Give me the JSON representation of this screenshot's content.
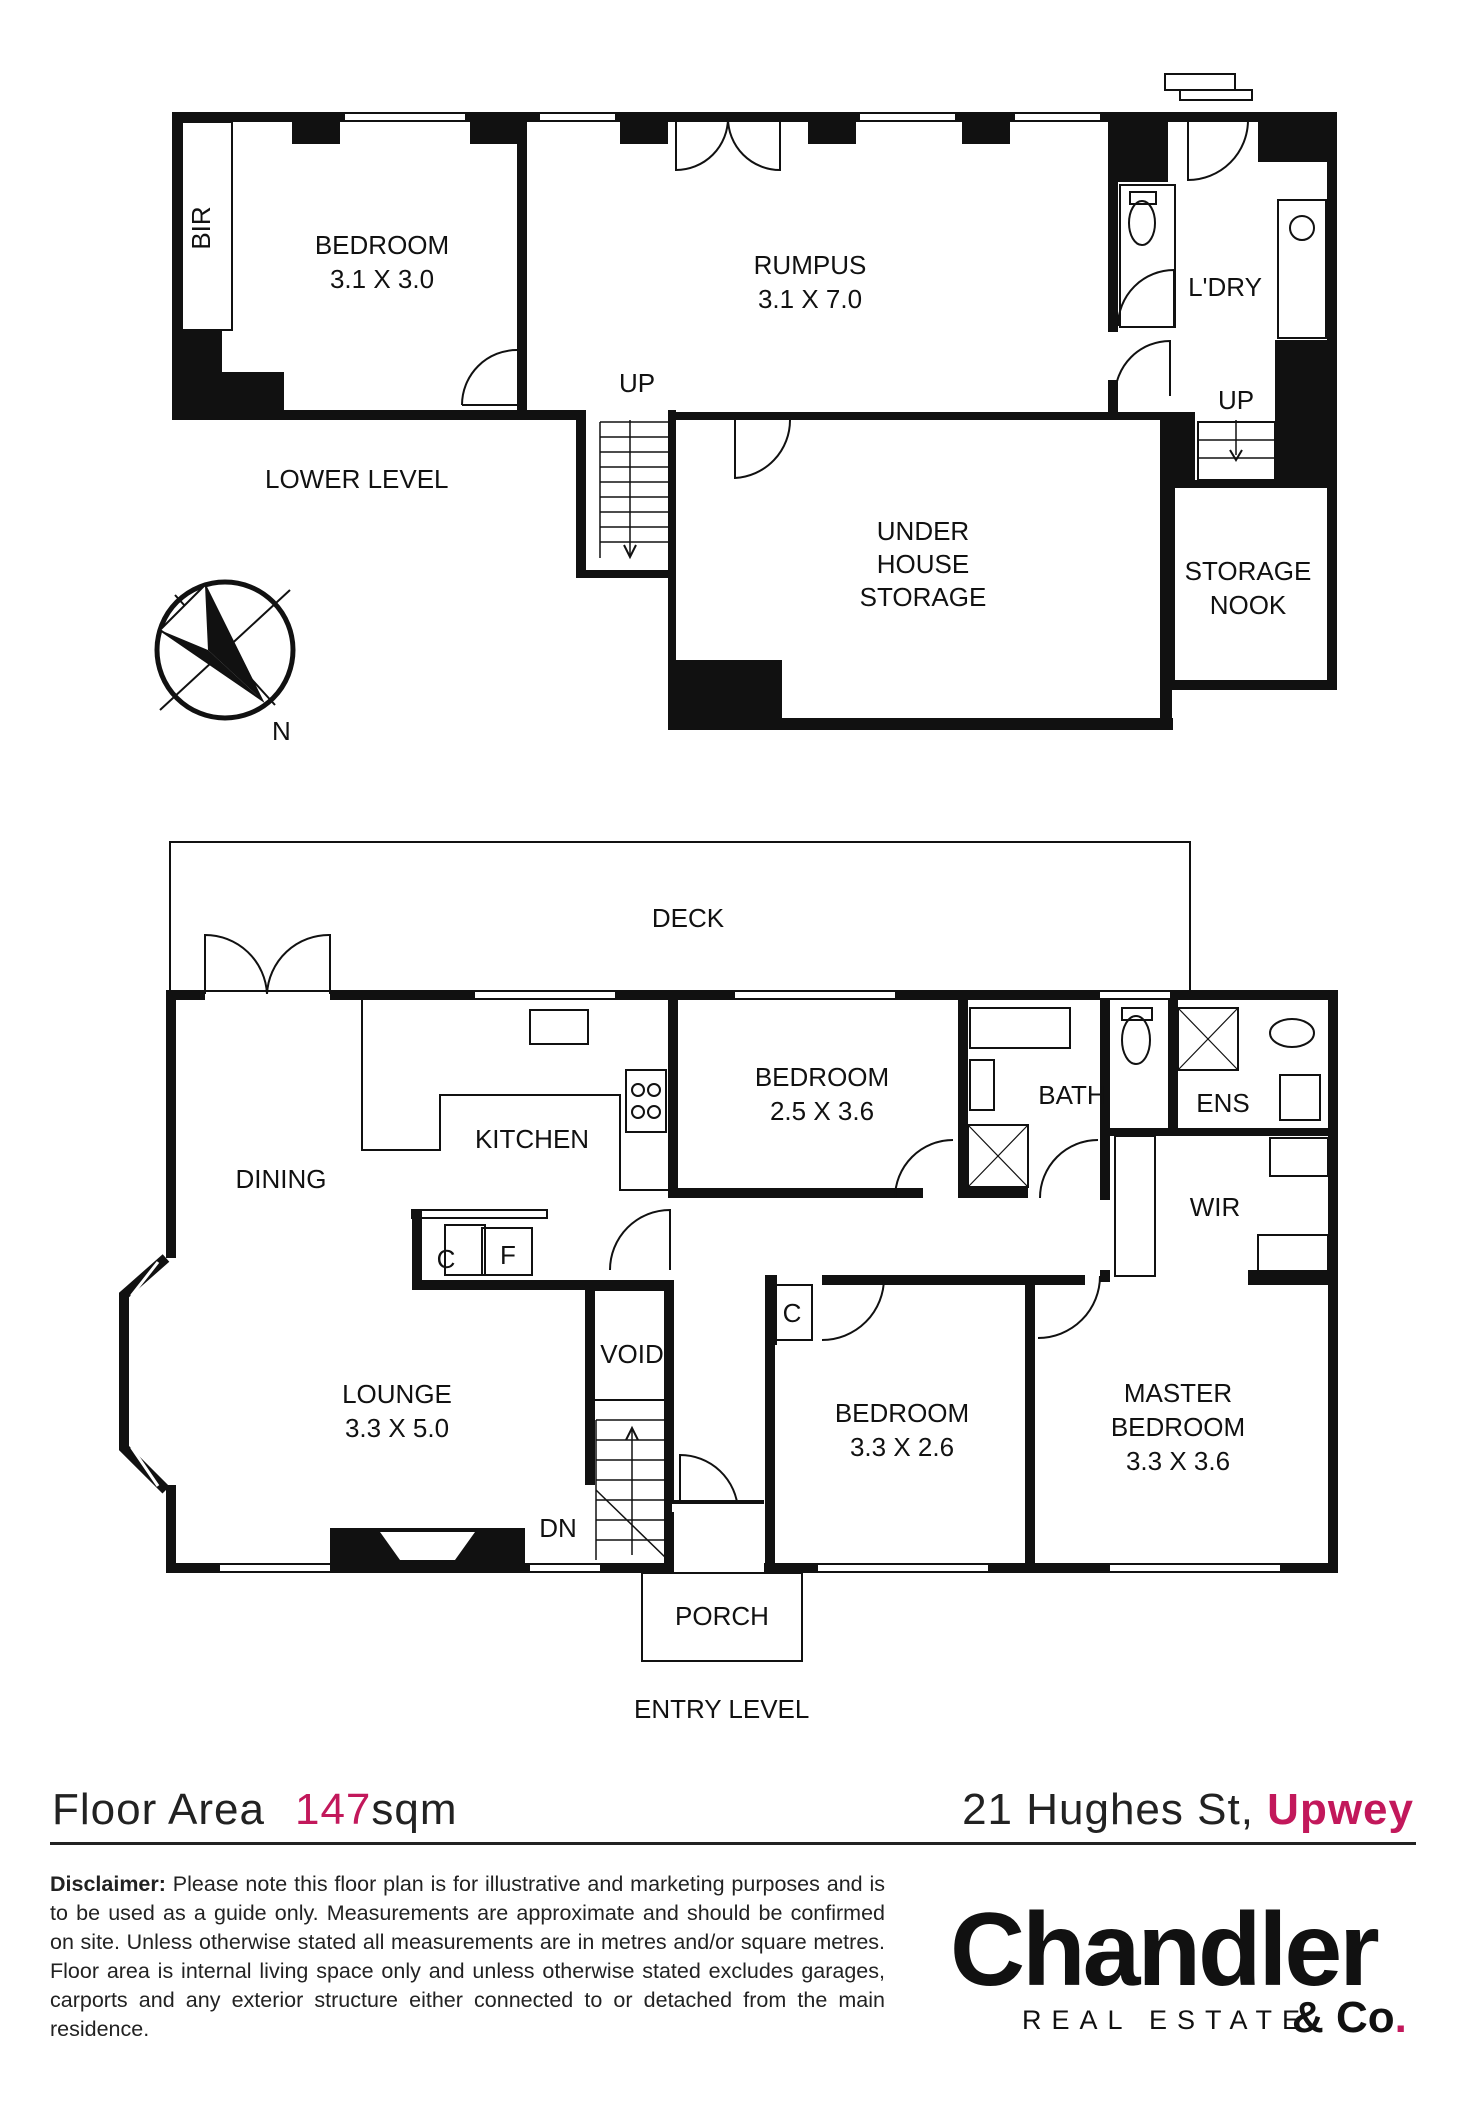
{
  "lower_level": {
    "level_label": "LOWER LEVEL",
    "rooms": {
      "bir": "BIR",
      "bedroom_name": "BEDROOM",
      "bedroom_size": "3.1 X 3.0",
      "rumpus_name": "RUMPUS",
      "rumpus_size": "3.1 X 7.0",
      "ldry": "L'DRY",
      "up_stairs": "UP",
      "up_laundry": "UP",
      "storage_l1": "UNDER",
      "storage_l2": "HOUSE",
      "storage_l3": "STORAGE",
      "nook_l1": "STORAGE",
      "nook_l2": "NOOK"
    },
    "compass_label": "N"
  },
  "entry_level": {
    "level_label": "ENTRY LEVEL",
    "rooms": {
      "deck": "DECK",
      "dining": "DINING",
      "kitchen": "KITCHEN",
      "bedroom1_name": "BEDROOM",
      "bedroom1_size": "2.5 X 3.6",
      "bath": "BATH",
      "ens": "ENS",
      "wir": "WIR",
      "lounge_name": "LOUNGE",
      "lounge_size": "3.3 X 5.0",
      "void": "VOID",
      "dn": "DN",
      "cupboard": "C",
      "fridge": "F",
      "cupboard2": "C",
      "bedroom2_name": "BEDROOM",
      "bedroom2_size": "3.3 X 2.6",
      "master_l1": "MASTER",
      "master_l2": "BEDROOM",
      "master_size": "3.3 X 3.6",
      "porch": "PORCH"
    }
  },
  "footer": {
    "floor_area_label": "Floor Area",
    "floor_area_value": "147",
    "floor_area_unit": "sqm",
    "address_street": "21 Hughes St,",
    "address_suburb": "Upwey",
    "disclaimer_title": "Disclaimer:",
    "disclaimer_text": "Please note this floor plan is for illustrative and marketing purposes and is to be used as a guide only. Measurements are approximate and should be confirmed on site.  Unless otherwise stated all measurements are in metres and/or square metres.  Floor area is internal living space only and unless otherwise stated excludes garages, carports and any exterior structure either connected to or detached from the main residence.",
    "brand_name": "Chandler",
    "brand_sub": "REAL ESTATE",
    "brand_co": "& Co",
    "brand_dot": "."
  },
  "colors": {
    "accent": "#c2185b",
    "ink": "#111111"
  }
}
